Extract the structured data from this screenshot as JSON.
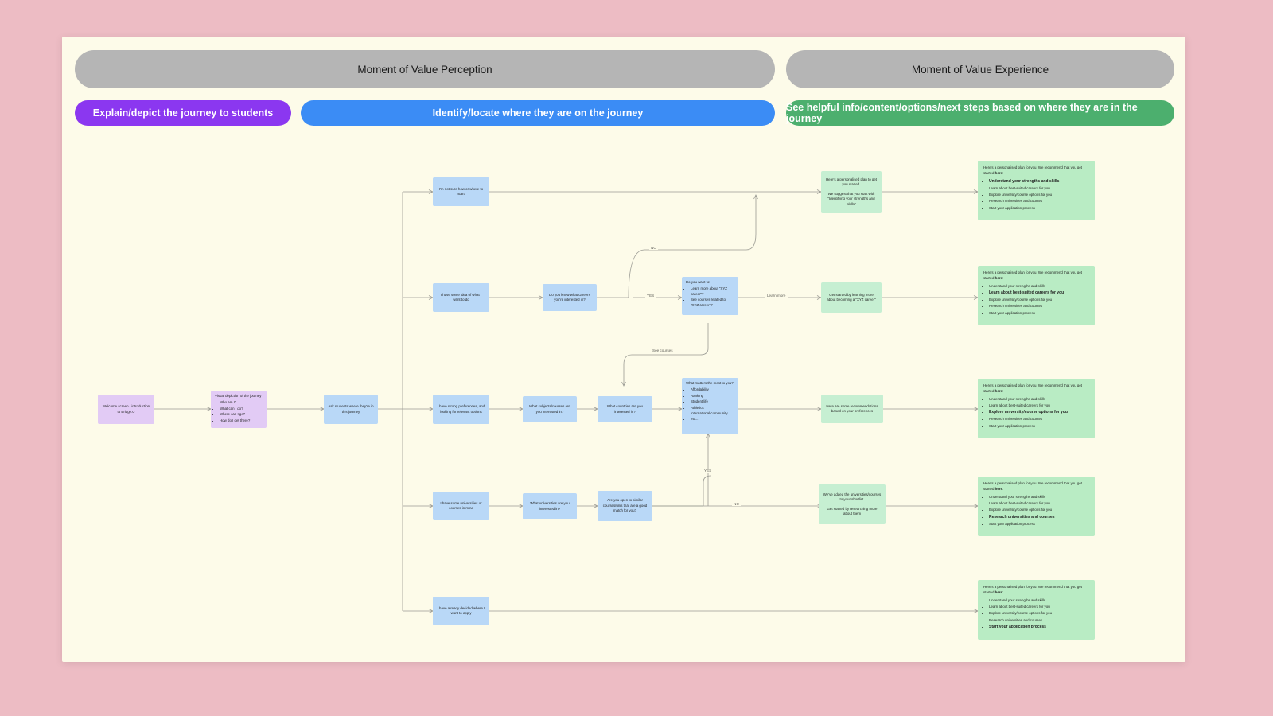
{
  "header": {
    "moments": [
      {
        "label": "Moment of Value Perception"
      },
      {
        "label": "Moment of Value Experience"
      }
    ],
    "actions": [
      {
        "label": "Explain/depict the journey to students",
        "color": "#8b37f0"
      },
      {
        "label": "Identify/locate where they are on the journey",
        "color": "#3b8cf5"
      },
      {
        "label": "See helpful info/content/options/next steps based on where they are in the journey",
        "color": "#4caf6e"
      }
    ]
  },
  "nodes": {
    "welcome": {
      "title": "Welcome screen - introduction to Bridge.U"
    },
    "visual_depiction": {
      "title": "Visual depiction of the journey",
      "bullets": [
        "Who am I?",
        "What can I do?",
        "Where can I go?",
        "How do I get there?"
      ]
    },
    "ask_students": {
      "title": "Ask students where they're in this journey"
    },
    "entry_not_sure": {
      "title": "I'm not sure how or where to start"
    },
    "entry_some_idea": {
      "title": "I have some idea of what I want to do"
    },
    "entry_strong_pref": {
      "title": "I have strong preferences, and looking for relevant options"
    },
    "entry_some_unis": {
      "title": "I have some universities or courses in mind"
    },
    "entry_decided": {
      "title": "I have already decided where I want to apply"
    },
    "know_careers": {
      "title": "Do you know what careers you're interested in?"
    },
    "do_you_want_to": {
      "title": "Do you want to:",
      "bullets": [
        "Learn more about \"XYZ career\"?",
        "See courses related to \"XYZ career\"?"
      ]
    },
    "what_subjects": {
      "title": "What subjects/courses are you interested in?"
    },
    "what_countries": {
      "title": "What countries are you interested in?"
    },
    "what_matters": {
      "title": "What matters the most to you?",
      "bullets": [
        "Affordability",
        "Ranking",
        "Student life",
        "Athletics",
        "International community",
        "etc..."
      ]
    },
    "what_universities": {
      "title": "What universities are you interested in?"
    },
    "open_similar": {
      "title": "Are you open to similar courses/unis that are a good match for you?"
    },
    "plan_start": {
      "line1": "Here's a personalised plan to get you started.",
      "line2": "We suggest that you start with \"Identifying your strengths and skills\""
    },
    "get_started_career": {
      "title": "Get started by learning more about becoming a \"XYZ career\""
    },
    "recommendations": {
      "title": "Here are some recommendations based on your preferences"
    },
    "shortlist": {
      "line1": "We've added the universities/courses to your shortlist.",
      "line2": "Get started by researching more about them"
    }
  },
  "edge_labels": {
    "no_top": "NO",
    "yes_career": "YES",
    "see_courses": "See courses",
    "learn_more": "Learn more",
    "yes_matters": "YES",
    "no_similar": "NO"
  },
  "cards": {
    "lead_prefix": "Here's a personalised plan for you. We recommend that you get started ",
    "lead_bold": "here",
    "lead_suffix": ":",
    "steps": [
      "Understand your strengths and skills",
      "Learn about best-suited careers for you",
      "Explore university/course options for you",
      "Research universities and courses",
      "Start your application process"
    ],
    "highlight_index": [
      0,
      1,
      2,
      3,
      4
    ]
  }
}
